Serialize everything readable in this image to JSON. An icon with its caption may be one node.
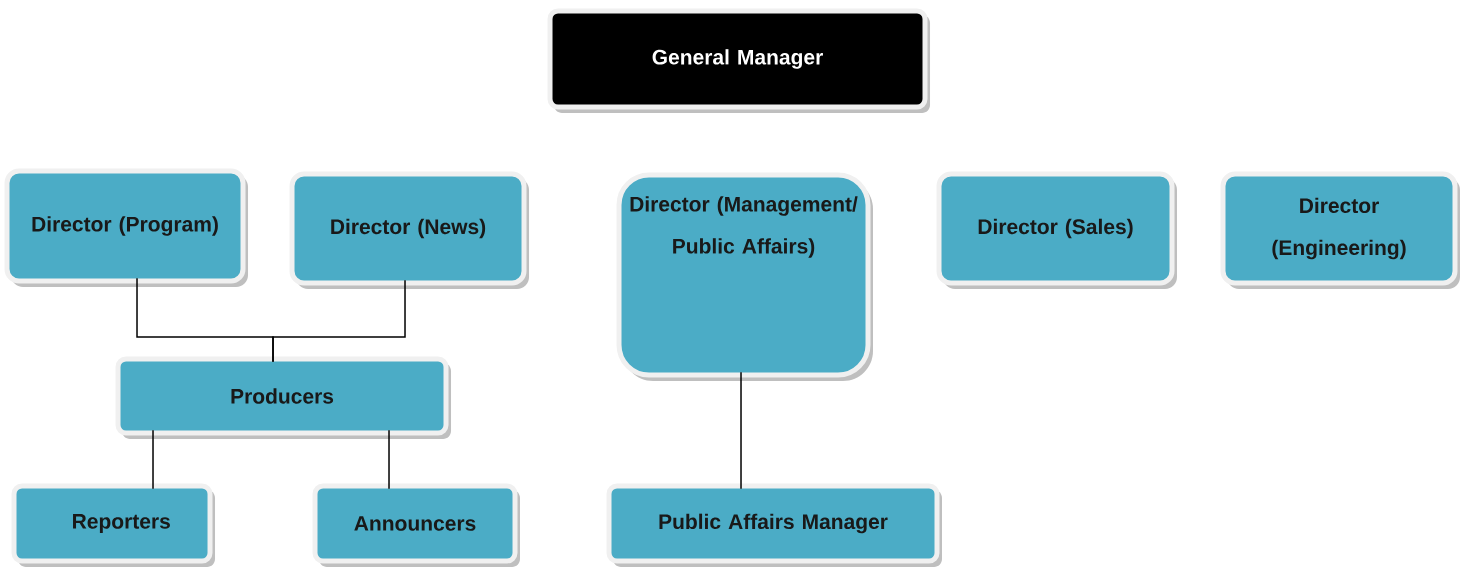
{
  "diagram": {
    "nodes": [
      {
        "text": [
          "General Manager"
        ]
      },
      {
        "text": [
          "Director (Program)"
        ]
      },
      {
        "text": [
          "Director (News)"
        ]
      },
      {
        "text": [
          "Director (Management/ Public Affairs)"
        ]
      },
      {
        "text": [
          "Director (Sales)"
        ]
      },
      {
        "text": [
          "Director (Engineering)"
        ]
      },
      {
        "text": [
          "Producers"
        ]
      },
      {
        "text": [
          "Reporters"
        ]
      },
      {
        "text": [
          "Announcers"
        ]
      },
      {
        "text": [
          "Public Affairs Manager"
        ]
      }
    ],
    "edges": [
      {
        "from": 1,
        "to": 6,
        "arrow": "none"
      },
      {
        "from": 2,
        "to": 6,
        "arrow": "none"
      },
      {
        "from": 6,
        "to": 7,
        "arrow": "none"
      },
      {
        "from": 6,
        "to": 8,
        "arrow": "none"
      },
      {
        "from": 3,
        "to": 9,
        "arrow": "none"
      }
    ]
  }
}
